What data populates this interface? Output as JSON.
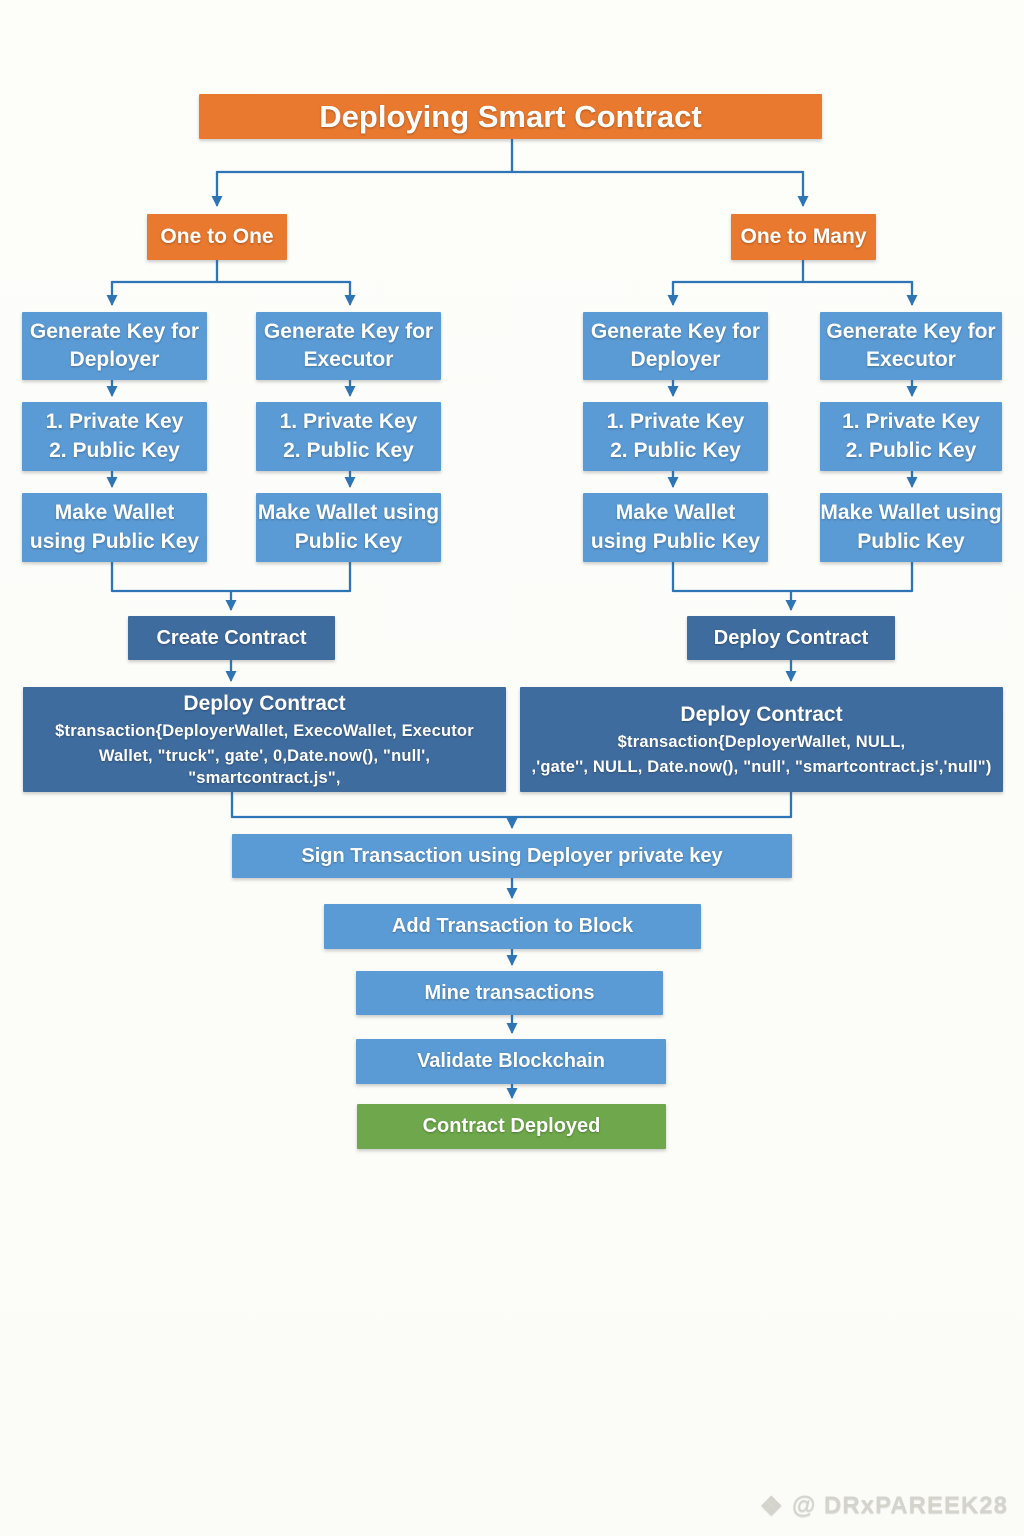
{
  "title": "Deploying Smart Contract",
  "branches": {
    "left": "One to One",
    "right": "One to Many"
  },
  "columns": [
    {
      "generate": "Generate Key for\nDeployer",
      "keys": "1. Private Key\n2. Public Key",
      "wallet": "Make Wallet\nusing Public Key"
    },
    {
      "generate": "Generate Key for\nExecutor",
      "keys": "1. Private Key\n2. Public Key",
      "wallet": "Make Wallet using\nPublic Key"
    },
    {
      "generate": "Generate Key for\nDeployer",
      "keys": "1. Private Key\n2. Public Key",
      "wallet": "Make Wallet\nusing Public Key"
    },
    {
      "generate": "Generate Key for\nExecutor",
      "keys": "1. Private Key\n2. Public Key",
      "wallet": "Make Wallet using\nPublic Key"
    }
  ],
  "left_flow": {
    "create": "Create Contract",
    "deploy_title": "Deploy Contract",
    "code_line1": "$transaction{DeployerWallet, ExecoWallet, Executor",
    "code_line2": "Wallet, \"truck\", gate', 0,Date.now(), \"null', \"smartcontract.js\","
  },
  "right_flow": {
    "deploy_small": "Deploy Contract",
    "deploy_title": "Deploy Contract",
    "code_line1": "$transaction{DeployerWallet, NULL,",
    "code_line2": ",'gate'', NULL, Date.now(), \"null', \"smartcontract.js','null\")"
  },
  "pipeline": [
    "Sign Transaction using Deployer private key",
    "Add Transaction to Block",
    "Mine transactions",
    "Validate Blockchain",
    "Contract Deployed"
  ],
  "watermark": {
    "icon": "diamond-logo",
    "handle": "@ DRxPAREEK28"
  },
  "colors": {
    "orange": "#e8792f",
    "blue": "#5b9bd5",
    "dark_blue": "#3f6c9f",
    "green": "#6fa84c",
    "connector": "#2e75b6",
    "watermark": "#d4d4cd"
  }
}
